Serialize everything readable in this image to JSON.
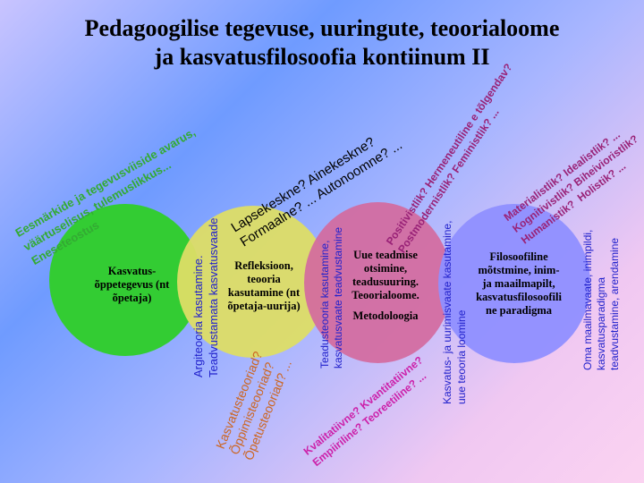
{
  "title": {
    "line1": "Pedagoogilise tegevuse, uuringute, teoorialoome",
    "line2": "ja kasvatusfilosoofia kontiinum II"
  },
  "circles": [
    {
      "text": "Kasvatus-\nõppetegevus (nt\nõpetaja)",
      "color": "#33cc33"
    },
    {
      "text": "Refleksioon,\nteooria\nkasutamine (nt\nõpetaja-uurija)",
      "color": "#dddd66"
    },
    {
      "text": "Uue teadmise\notsimine,\nteadusuuring.\nTeoorialoome.",
      "sub": "Metodoloogia",
      "color": "#d46a9e"
    },
    {
      "text": "Filosoofiline\nmõtstmine, inim-\nja maailmapilt,\nkasvatusfilosoofili\nne paradigma",
      "color": "#8f8fff"
    }
  ],
  "labels": {
    "green_goals": "Eesmärkide ja tegevusviiside avarus,\nväärtuselisus, tulemuslikkus...\nEneseteostus",
    "black_child": "Lapsekeskne? Ainekeskne?\nFormaalne? ... Autonoomne? ...",
    "purple_positiv": "Positivistlik? Hermeneutiline e tõlgendav?\nPostmodernistlik? Feministlik? ...",
    "purple_material": "Materialistlik? Idealistlik? ...\nKognitivistlik? Biheivioristlik?\nHumanistik?  Holistik? ...",
    "blue_arg": "Argiteooria kasutamine.\nTeadvustamata kasvatusvaade",
    "orange_theories": "Kasvatusteooriad?\nÕppimisteooriad?\nÕpetusteooriad? ...",
    "blue_scientific": "Teadusteooria kasutamine,\nkasvatusvaate teadvustamine",
    "magenta_quali": "Kvalitatiivne? Kvantitatiivne?\nEmpiiriline? Teoreetiline? ...",
    "blue_researcher": "Kasvatus- ja uurimisvaate kasutamine,\nuue teooria loomine",
    "blue_world": "Oma maailmavaate, inimpildi,\nkasvatusparadigma\nteadvustamine, arendamine"
  },
  "colors": {
    "green": "#33aa33",
    "blue": "#2222cc",
    "purple": "#992277",
    "orange": "#cc6622",
    "magenta": "#cc22aa",
    "black": "#000000"
  }
}
